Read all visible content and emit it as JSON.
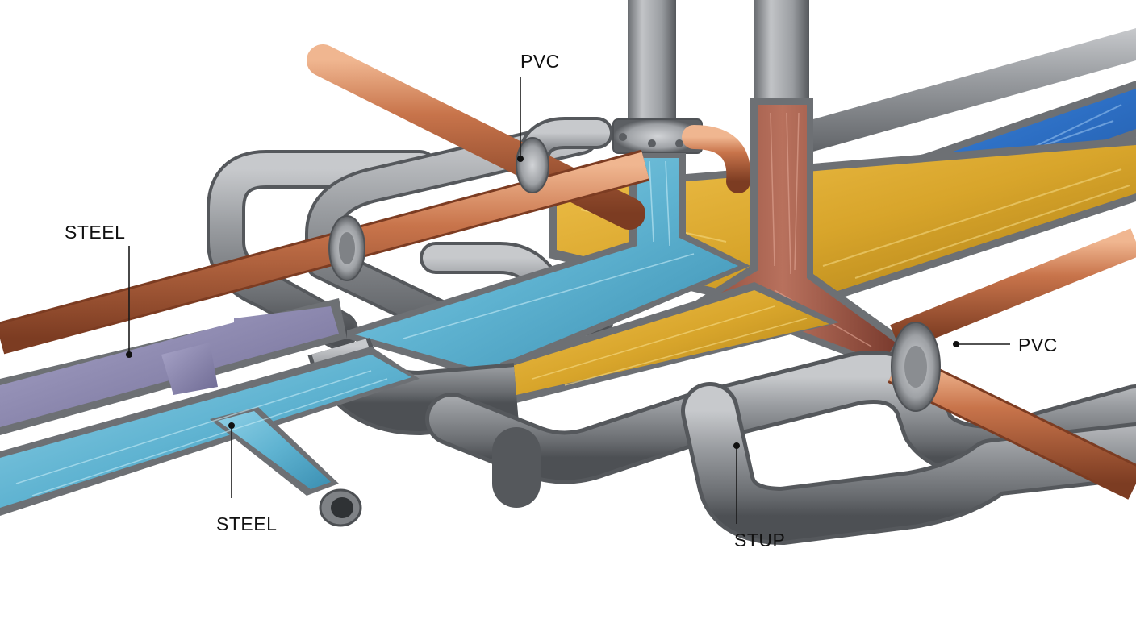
{
  "labels": {
    "pvc_top": "PVC",
    "pvc_right": "PVC",
    "steel_left": "STEEL",
    "steel_bottom": "STEEL",
    "stup": "STUP"
  },
  "materials": {
    "steel": "#8a8d91",
    "steel_dark": "#5e6165",
    "copper": "#c8744b",
    "copper_dark": "#8e4a2b",
    "water_cyan": "#5fb3d1",
    "water_blue": "#2d6fc4",
    "oil_amber": "#d8a52b",
    "rust_red": "#a45a48",
    "violet": "#8a86ad"
  }
}
